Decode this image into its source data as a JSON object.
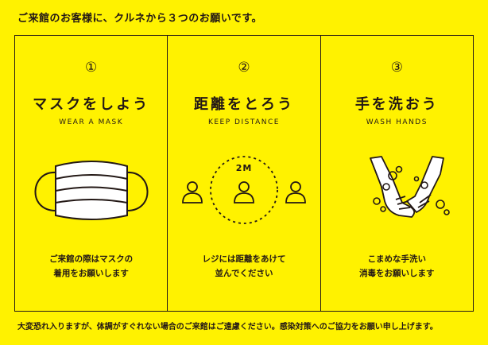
{
  "header": {
    "text": "ご来館のお客様に、クルネから３つのお願いです。"
  },
  "panels": [
    {
      "number": "①",
      "title": "マスクをしよう",
      "subtitle": "WEAR A MASK",
      "desc_line1": "ご来館の際はマスクの",
      "desc_line2": "着用をお願いします",
      "icon": "face-mask-icon"
    },
    {
      "number": "②",
      "title": "距離をとろう",
      "subtitle": "KEEP DISTANCE",
      "distance_label": "2M",
      "desc_line1": "レジには距離をあけて",
      "desc_line2": "並んでください",
      "icon": "social-distance-icon"
    },
    {
      "number": "③",
      "title": "手を洗おう",
      "subtitle": "WASH HANDS",
      "desc_line1": "こまめな手洗い",
      "desc_line2": "消毒をお願いします",
      "icon": "hand-washing-icon"
    }
  ],
  "footer": {
    "text": "大変恐れ入りますが、体調がすぐれない場合のご来館はご遠慮ください。感染対策へのご協力をお願い申し上げます。"
  },
  "colors": {
    "background": "#fff200",
    "ink": "#231815"
  }
}
